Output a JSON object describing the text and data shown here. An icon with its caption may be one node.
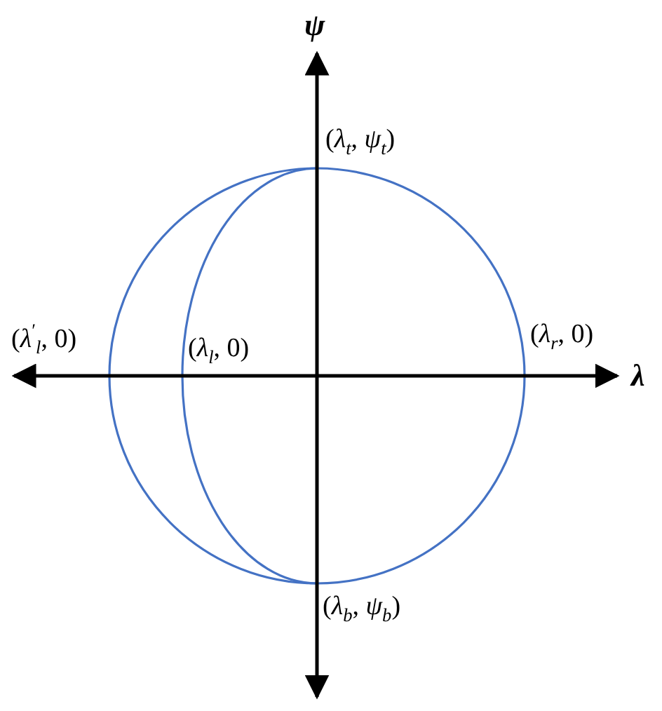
{
  "diagram": {
    "labels": [
      "ψ",
      "(*λ*$_{t}$, *ψ*$_{t}$)",
      "(*λ*$^{′}$$_{l}$, 0)",
      "(*λ*$_{l}$, 0)",
      "(*λ*$_{r}$, 0)",
      "λ",
      "(*λ*$_{b}$, *ψ*$_{b}$)"
    ]
  }
}
